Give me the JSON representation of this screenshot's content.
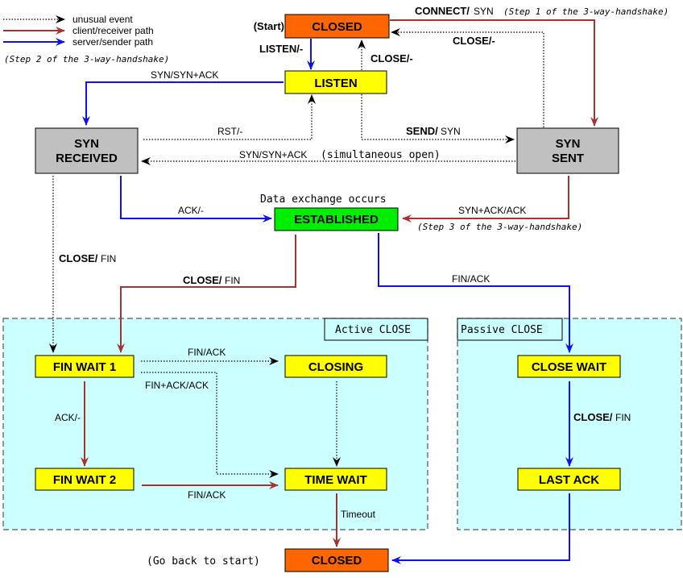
{
  "legend": [
    {
      "label": "unusual event",
      "style": "dotted",
      "color": "#000000"
    },
    {
      "label": "client/receiver path",
      "style": "solid",
      "color": "#a83232"
    },
    {
      "label": "server/sender path",
      "style": "solid",
      "color": "#1010ee"
    }
  ],
  "colors": {
    "closed": "#ff6600",
    "yellow_state": "#ffff00",
    "gray_state": "#c0c0c0",
    "established": "#00ee00",
    "region_bg": "#ccffff",
    "client": "#a83232",
    "server": "#1010ee",
    "unusual": "#000000"
  },
  "states": {
    "closed_top": "CLOSED",
    "listen": "LISTEN",
    "syn_received": [
      "SYN",
      "RECEIVED"
    ],
    "syn_sent": [
      "SYN",
      "SENT"
    ],
    "established": "ESTABLISHED",
    "fin_wait_1": "FIN WAIT 1",
    "closing": "CLOSING",
    "fin_wait_2": "FIN WAIT 2",
    "time_wait": "TIME WAIT",
    "close_wait": "CLOSE WAIT",
    "last_ack": "LAST ACK",
    "closed_bottom": "CLOSED"
  },
  "regions": {
    "active": "Active CLOSE",
    "passive": "Passive CLOSE"
  },
  "annotations": {
    "start": "(Start)",
    "go_back": "(Go back to start)",
    "data_exchange": "Data exchange occurs",
    "step1": "(Step 1 of the 3-way-handshake)",
    "step2": "(Step 2 of the 3-way-handshake)",
    "step3": "(Step 3 of the 3-way-handshake)",
    "simultaneous": "(simultaneous open)"
  },
  "transitions": {
    "connect_event": "CONNECT/",
    "connect_action": "SYN",
    "listen": "LISTEN/-",
    "close_listen": "CLOSE/-",
    "close_synsent": "CLOSE/-",
    "syn_synack": "SYN/SYN+ACK",
    "rst": "RST/-",
    "send_event": "SEND/",
    "send_action": "SYN",
    "syn_synack_sim": "SYN/SYN+ACK",
    "ack": "ACK/-",
    "synack_ack": "SYN+ACK/ACK",
    "close_fin_synrcvd_event": "CLOSE/",
    "close_fin_synrcvd_action": "FIN",
    "close_fin_est_event": "CLOSE/",
    "close_fin_est_action": "FIN",
    "fin_ack_est": "FIN/ACK",
    "fin_ack_fw1": "FIN/ACK",
    "finack_ack": "FIN+ACK/ACK",
    "ack_fw1": "ACK/-",
    "fin_ack_fw2": "FIN/ACK",
    "close_fin_cw_event": "CLOSE/",
    "close_fin_cw_action": "FIN",
    "timeout": "Timeout"
  }
}
